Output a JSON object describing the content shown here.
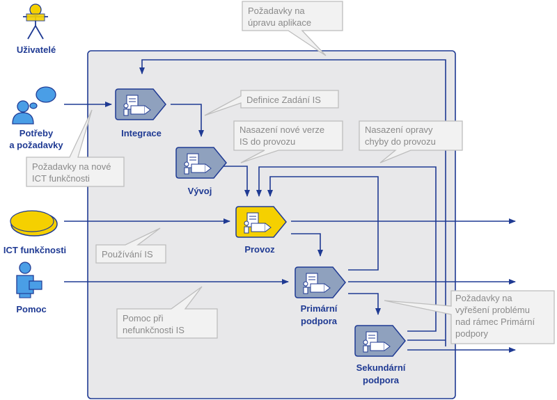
{
  "actors": {
    "users": "Uživatelé",
    "needs": [
      "Potřeby",
      "a požadavky"
    ],
    "ict": "ICT funkčnosti",
    "help": "Pomoc"
  },
  "processes": {
    "integrace": "Integrace",
    "vyvoj": "Vývoj",
    "provoz": "Provoz",
    "primarni": [
      "Primární",
      "podpora"
    ],
    "sekundarni": [
      "Sekundární",
      "podpora"
    ]
  },
  "callouts": {
    "upravu": [
      "Požadavky na",
      "úpravu aplikace"
    ],
    "definice": [
      "Definice Zadání IS"
    ],
    "nove_ict": [
      "Požadavky na nové",
      "ICT funkčnosti"
    ],
    "nasazeni_verze": [
      "Nasazení nové verze",
      "IS do provozu"
    ],
    "nasazeni_opravy": [
      "Nasazení opravy",
      "chyby do provozu"
    ],
    "pouzivani": [
      "Používání IS"
    ],
    "pomoc_pri": [
      "Pomoc při",
      "nefunkčnosti IS"
    ],
    "vyreseni": [
      "Požadavky na",
      "vyřešení problému",
      "nad rámec Primární",
      "podpory"
    ]
  },
  "colors": {
    "flow": "#1f3a93",
    "process_fill": "#8fa1be",
    "provoz_fill": "#f5d000",
    "actor_blue": "#4a9ee6",
    "ict_yellow": "#f5d000",
    "users_yellow": "#f5d000",
    "panel_fill": "#e8e8ea"
  }
}
